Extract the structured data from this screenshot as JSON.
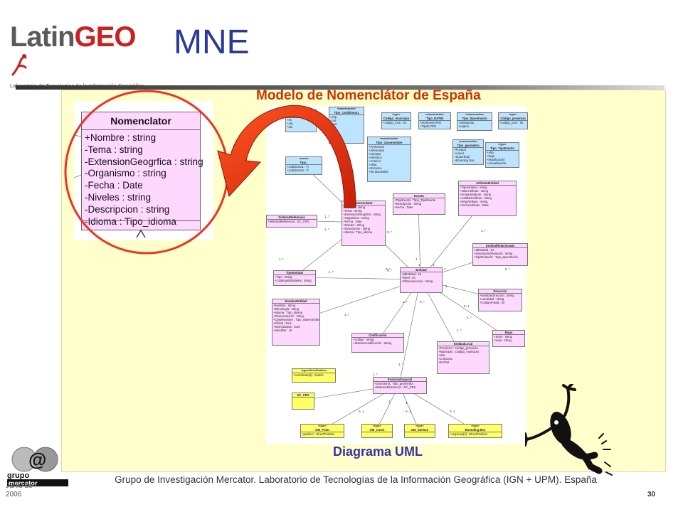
{
  "header": {
    "logo_main": "Latin",
    "logo_accent": "GEO",
    "logo_subtitle": "Laboratorio de Tecnologías de la Información Geográfica",
    "title": "MNE"
  },
  "panel": {
    "title": "Modelo de Nomenclátor de España",
    "caption": "Diagrama UML"
  },
  "zoom_class": {
    "name": "Nomenclator",
    "attributes": [
      "+Nombre : string",
      "-Tema : string",
      "-ExtensionGeogrfica : string",
      "-Organismo : string",
      "-Fecha : Date",
      "-Niveles : string",
      "-Descripcion : string",
      "-Idioma : Tipo_idioma"
    ]
  },
  "uml": {
    "classes": [
      {
        "id": "tipo-codidioma2",
        "stereo": "«enumeración»",
        "name": "Tipo_Codidioma2",
        "attrs": [
          "+es",
          "+arg",
          "+ast"
        ],
        "color": "blue"
      },
      {
        "id": "tipo-codidioma1",
        "stereo": "«enumeración»",
        "name": "Tipo_Codidioma1",
        "attrs": [
          "+esp",
          "+cat",
          "+eus",
          "+glg",
          "+ast",
          "+arb"
        ],
        "color": "blue"
      },
      {
        "id": "codigo-municipio",
        "stereo": "«type»",
        "name": "Código_municipio",
        "attrs": [
          "+codigo_mun : int"
        ],
        "color": "blue"
      },
      {
        "id": "tipo-eatim",
        "stereo": "«enumeración»",
        "name": "Tipo_EATIM",
        "attrs": [
          "+NombreEATIM",
          "+TipoEATIM"
        ],
        "color": "blue"
      },
      {
        "id": "tipo-tiporelacion",
        "stereo": "«enumeración»",
        "name": "Tipo_tiporelación",
        "attrs": [
          "+Jerárquica",
          "+Lógica"
        ],
        "color": "blue"
      },
      {
        "id": "codigo-provincia",
        "stereo": "«type»",
        "name": "Código_provincia",
        "attrs": [
          "+codigo_prov : int"
        ],
        "color": "blue"
      },
      {
        "id": "tipo-clasenombre",
        "stereo": "«enumeración»",
        "name": "Tipo_clasenombre",
        "attrs": [
          "+Preferente",
          "+Alternativo",
          "+Variante",
          "+Histórico",
          "+Anterior",
          "+Alias",
          "+Exónimo",
          "+No disponible"
        ],
        "color": "blue"
      },
      {
        "id": "tipo-geometria",
        "stereo": "«enumeración»",
        "name": "Tipo_geometria",
        "attrs": [
          "+Puntual",
          "+Lineal",
          "+Superficial",
          "+Bounding Box"
        ],
        "color": "blue"
      },
      {
        "id": "tipo-tipoevento",
        "stereo": "«type»",
        "name": "Tipo_TipoEvento",
        "attrs": [
          "+Alta",
          "+Baja",
          "+Modificación",
          "+Actualización"
        ],
        "color": "blue"
      },
      {
        "id": "tipo-idioma",
        "stereo": "«enum»",
        "name": "Tipo_",
        "attrs": [
          "+codidioma1 : Ti",
          "+codidioma2 : Ti"
        ],
        "color": "blue"
      },
      {
        "id": "evento",
        "stereo": "",
        "name": "Evento",
        "attrs": [
          "+TipoEvento : Tipo_TipoEvento",
          "+Descripción : string",
          "+Fecha : Date"
        ],
        "color": "pink"
      },
      {
        "id": "atributo-entidad",
        "stereo": "",
        "name": "AtributoEntidad",
        "attrs": [
          "+TipoAtributo : string",
          "+ValorAtributo : string",
          "+UnidadAtributo : string",
          "+CalidadAtributo : string",
          "+NotaAtributo : string",
          "+FechaAtributo : Date"
        ],
        "color": "pink"
      },
      {
        "id": "sistema-referencia",
        "stereo": "",
        "name": "SistemaReferencia",
        "attrs": [
          "+SistemaReferencia : SC_CRS"
        ],
        "color": "pink"
      },
      {
        "id": "nomenclator",
        "stereo": "",
        "name": "Nomenclator",
        "attrs": [
          "+Nombre : string",
          "+Tema : string",
          "+ExtensionGeogrfica : string",
          "+Organismo : string",
          "+Fecha : Date",
          "+Niveles : string",
          "+Descripcion : string",
          "+Idioma : Tipo_idioma"
        ],
        "color": "pink"
      },
      {
        "id": "entidad-relacionada",
        "stereo": "",
        "name": "EntidadRelacionada",
        "attrs": [
          "+IdEntidad : int",
          "+DescripciónRelación : string",
          "+TipoRelación : Tipo_tiporelación"
        ],
        "color": "pink"
      },
      {
        "id": "tipo-entidad",
        "stereo": "",
        "name": "TipoEntidad",
        "attrs": [
          "+Tipo : string",
          "+CatálogoEntidades : string"
        ],
        "color": "pink"
      },
      {
        "id": "entidad",
        "stereo": "",
        "name": "Entidad",
        "attrs": [
          "+IdEntidad : int",
          "+Nivel : int",
          "+Observaciones : string"
        ],
        "color": "pink"
      },
      {
        "id": "direccion",
        "stereo": "",
        "name": "Dirección",
        "attrs": [
          "+NombreDirección : string",
          "+Localidad : string",
          "+CódigoPostal : int"
        ],
        "color": "pink"
      },
      {
        "id": "nombre-entidad",
        "stereo": "",
        "name": "NombreEntidad",
        "attrs": [
          "+Nombre : string",
          "+Etimología : string",
          "+Idioma : Tipo_idioma",
          "+Pronunciación : string",
          "+ClaseNombre : Tipo_clasenombre",
          "+Oficial : bool",
          "+Normalizado : bool",
          "+Identifier : int"
        ],
        "color": "pink"
      },
      {
        "id": "codificacion",
        "stereo": "",
        "name": "Codificación",
        "attrs": [
          "+Código : string",
          "+SistemaCodificación : string"
        ],
        "color": "pink"
      },
      {
        "id": "mapa",
        "stereo": "",
        "name": "Mapa",
        "attrs": [
          "+Serie : string",
          "+Hoja : string"
        ],
        "color": "pink"
      },
      {
        "id": "entidad-local",
        "stereo": "",
        "name": "EntidadLocal",
        "attrs": [
          "+Provincia : Código_provincia",
          "+Municipio : Código_municipio",
          "+Isla",
          "+Comarca",
          "+EATIM"
        ],
        "color": "pink"
      },
      {
        "id": "direct-position",
        "stereo": "«type»DirectPosition",
        "name": "",
        "attrs": [
          "+coordinate[3] : double"
        ],
        "color": "yellow"
      },
      {
        "id": "posicion-espacial",
        "stereo": "",
        "name": "PosicionEspacial",
        "attrs": [
          "+Geometría : Tipo_geometria",
          "+SistemaReferencia : SC_CRS"
        ],
        "color": "pink"
      },
      {
        "id": "sc-crs",
        "stereo": "",
        "name": "SC_CRS",
        "attrs": [],
        "color": "yellow"
      },
      {
        "id": "gm-point",
        "stereo": "«type»",
        "name": "GM_Point",
        "attrs": [
          "+position : DirectPosition"
        ],
        "color": "yellow"
      },
      {
        "id": "gm-curve",
        "stereo": "«type»",
        "name": "GM_Curve",
        "attrs": [],
        "color": "yellow"
      },
      {
        "id": "gm-surface",
        "stereo": "«type»",
        "name": "GM_Surface",
        "attrs": [],
        "color": "yellow"
      },
      {
        "id": "bounding-box",
        "stereo": "«type»",
        "name": "Bounding Box",
        "attrs": [
          "+esquinas[2] : DirectPosition"
        ],
        "color": "yellow"
      }
    ],
    "multiplicities": [
      "1..*",
      "1..*",
      "1..*",
      "0..*",
      "0..*",
      "1..*",
      "1",
      "1",
      "1",
      "1..*",
      "0..*",
      "1",
      "0..*",
      "1",
      "1",
      "1..*",
      "1..*",
      "0..*",
      "0..1",
      "1..*",
      "1..*",
      "1..*",
      "1",
      "1",
      "0..1",
      "0..1",
      "0..1",
      "1..*"
    ]
  },
  "footer": {
    "date": "Junio de 2006",
    "logo_text_top": "grupo",
    "logo_text_bottom": "mercator",
    "logo_symbol": "@",
    "text": "Grupo de Investigación Mercator. Laboratorio de Tecnologías de la Información Geográfica (IGN + UPM). España",
    "page": "30"
  },
  "colors": {
    "title_blue": "#2a3a9a",
    "panel_bg": "#ffffcc",
    "panel_title": "#cc3300",
    "caption": "#3333aa",
    "class_pink": "#ffd8ff",
    "class_blue": "#bde4ff",
    "class_yellow": "#ffff66",
    "arrow_red": "#e63312",
    "circle_red": "#ee3322"
  }
}
